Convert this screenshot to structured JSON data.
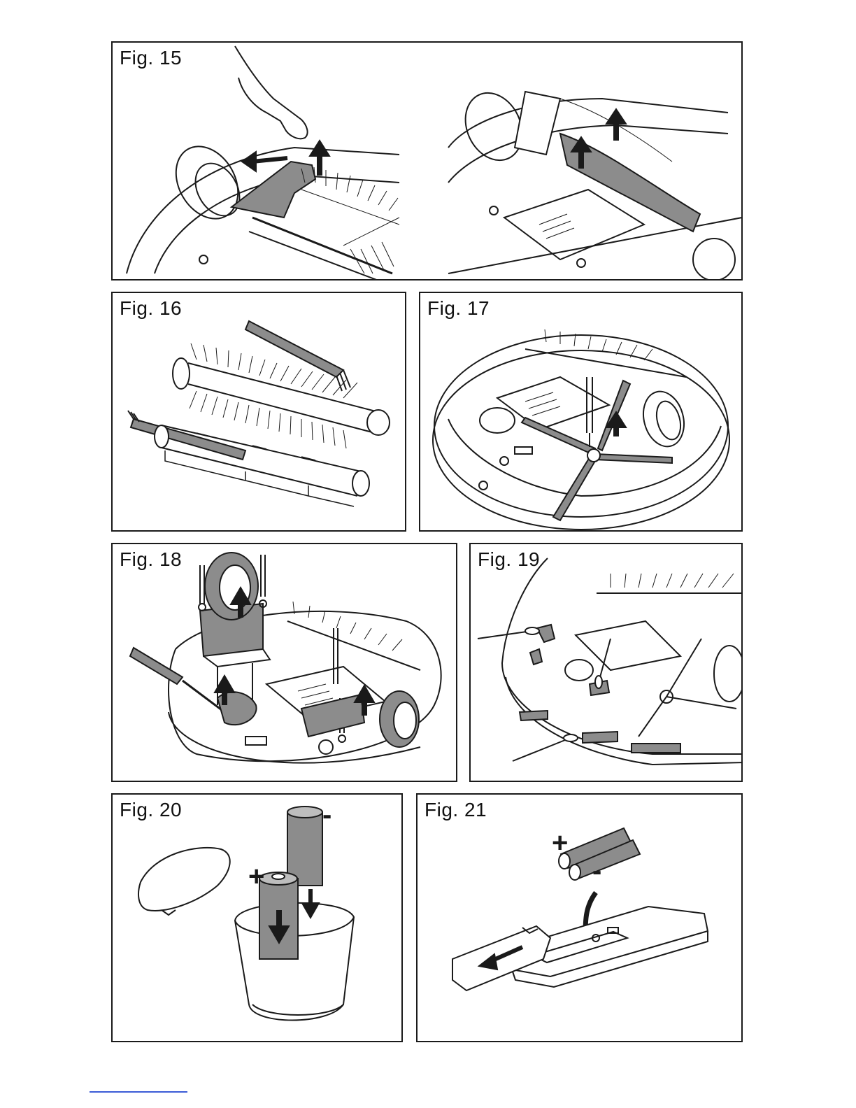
{
  "figures": [
    {
      "id": "fig15",
      "label": "Fig. 15"
    },
    {
      "id": "fig16",
      "label": "Fig. 16"
    },
    {
      "id": "fig17",
      "label": "Fig. 17"
    },
    {
      "id": "fig18",
      "label": "Fig. 18"
    },
    {
      "id": "fig19",
      "label": "Fig. 19"
    },
    {
      "id": "fig20",
      "label": "Fig. 20"
    },
    {
      "id": "fig21",
      "label": "Fig. 21"
    }
  ],
  "battery_symbols": {
    "plus": "+",
    "minus": "-"
  },
  "colors": {
    "line": "#1a1a1a",
    "fill_gray": "#8c8c8c",
    "fill_light": "#bdbdbd",
    "background": "#ffffff",
    "footer_rule": "#3b5bd6"
  }
}
